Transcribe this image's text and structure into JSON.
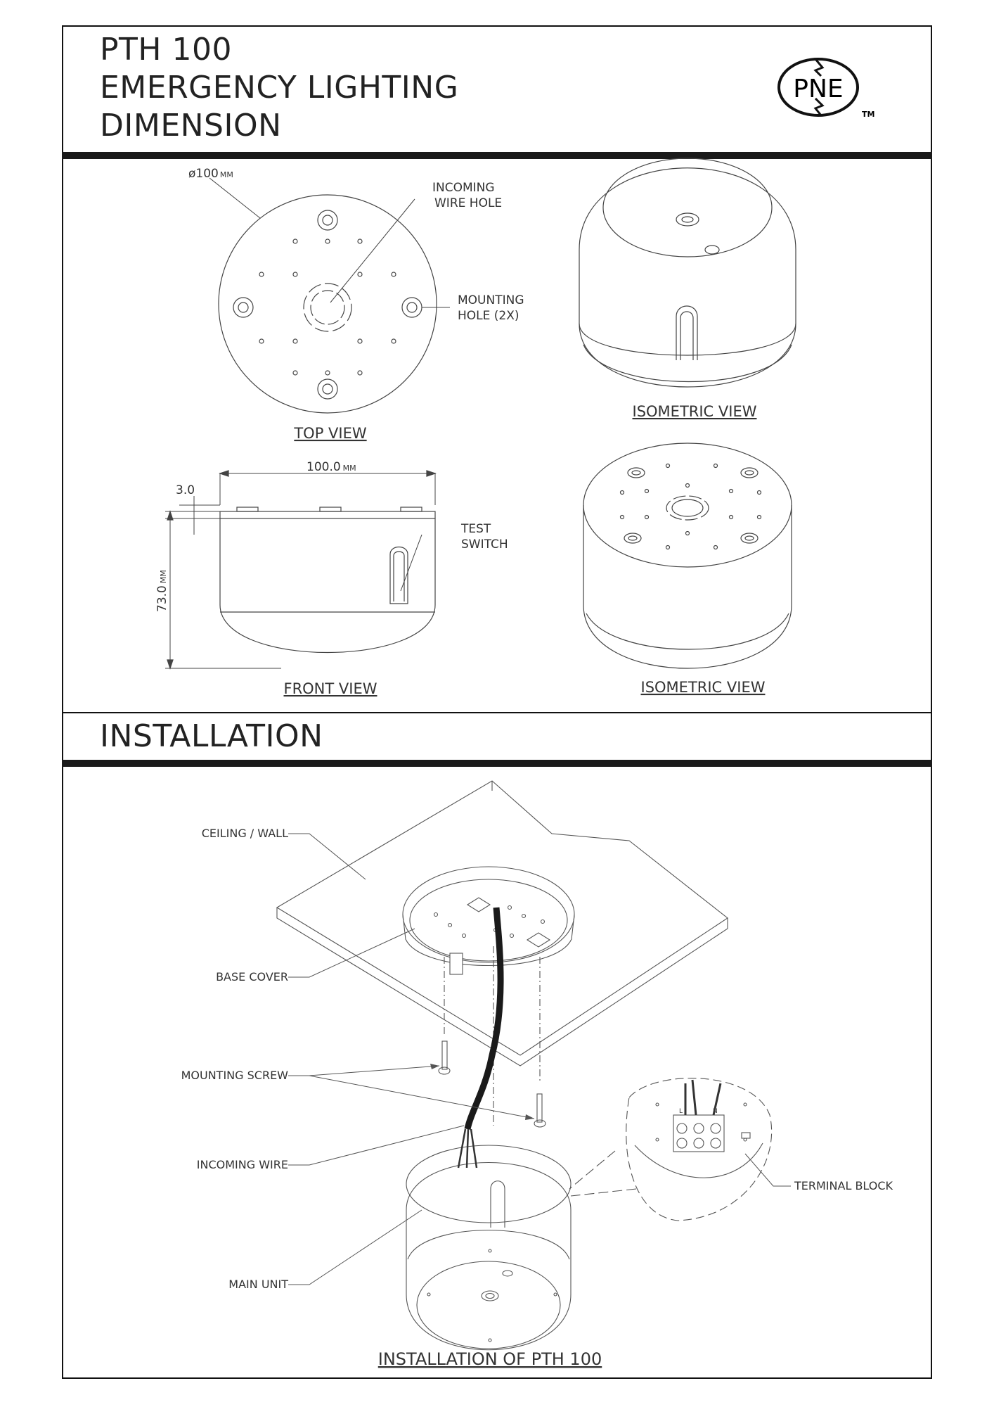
{
  "header": {
    "line1": "PTH 100",
    "line2": "EMERGENCY LIGHTING",
    "line3": "DIMENSION",
    "logo_text": "PNE",
    "tm": "TM"
  },
  "dimension": {
    "diameter_label": "ø100",
    "diameter_unit": "MM",
    "incoming_wire_hole_1": "INCOMING",
    "incoming_wire_hole_2": "WIRE HOLE",
    "mounting_hole_1": "MOUNTING",
    "mounting_hole_2": "HOLE (2X)",
    "top_view": "TOP VIEW",
    "iso_view_1": "ISOMETRIC VIEW",
    "width_value": "100.0",
    "width_unit": "MM",
    "lip_value": "3.0",
    "height_value": "73.0",
    "height_unit": "MM",
    "test_switch_1": "TEST",
    "test_switch_2": "SWITCH",
    "front_view": "FRONT VIEW",
    "iso_view_2": "ISOMETRIC VIEW"
  },
  "installation": {
    "heading": "INSTALLATION",
    "ceiling_wall": "CEILING / WALL",
    "base_cover": "BASE COVER",
    "mounting_screw": "MOUNTING SCREW",
    "incoming_wire": "INCOMING WIRE",
    "main_unit": "MAIN UNIT",
    "terminal_block": "TERMINAL BLOCK",
    "terminal_l": "L",
    "terminal_n": "N",
    "caption": "INSTALLATION OF PTH 100"
  }
}
